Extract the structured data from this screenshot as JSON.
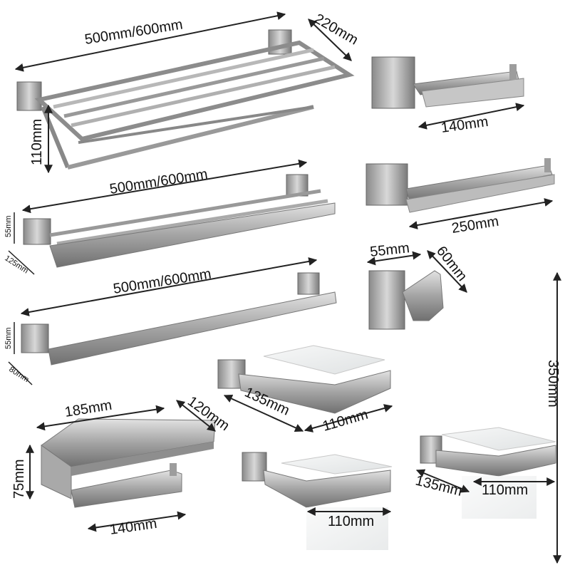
{
  "colors": {
    "metal_dark": "#6f6f6f",
    "metal_mid": "#9a9a9a",
    "metal_light": "#d2d2d2",
    "glass": "#eef0f1",
    "dimension_line": "#222222",
    "background": "#ffffff"
  },
  "labels": {
    "towel_shelf_length": "500mm/600mm",
    "towel_shelf_depth": "220mm",
    "towel_shelf_height": "110mm",
    "paper_holder_width": "140mm",
    "double_bar_length": "500mm/600mm",
    "double_bar_plate": "55mm",
    "double_bar_depth": "125mm",
    "ring_holder_width": "250mm",
    "hook_width": "55mm",
    "hook_depth": "60mm",
    "single_bar_length": "500mm/600mm",
    "single_bar_plate": "55mm",
    "single_bar_depth": "80mm",
    "soap_dish_depth": "135mm",
    "soap_dish_width": "110mm",
    "brush_height": "350mm",
    "shelf_holder_width_top": "185mm",
    "shelf_holder_depth": "120mm",
    "shelf_holder_height": "75mm",
    "shelf_holder_width_bottom": "140mm",
    "tumbler_width": "110mm",
    "brush_depth": "135mm",
    "brush_width": "110mm"
  }
}
